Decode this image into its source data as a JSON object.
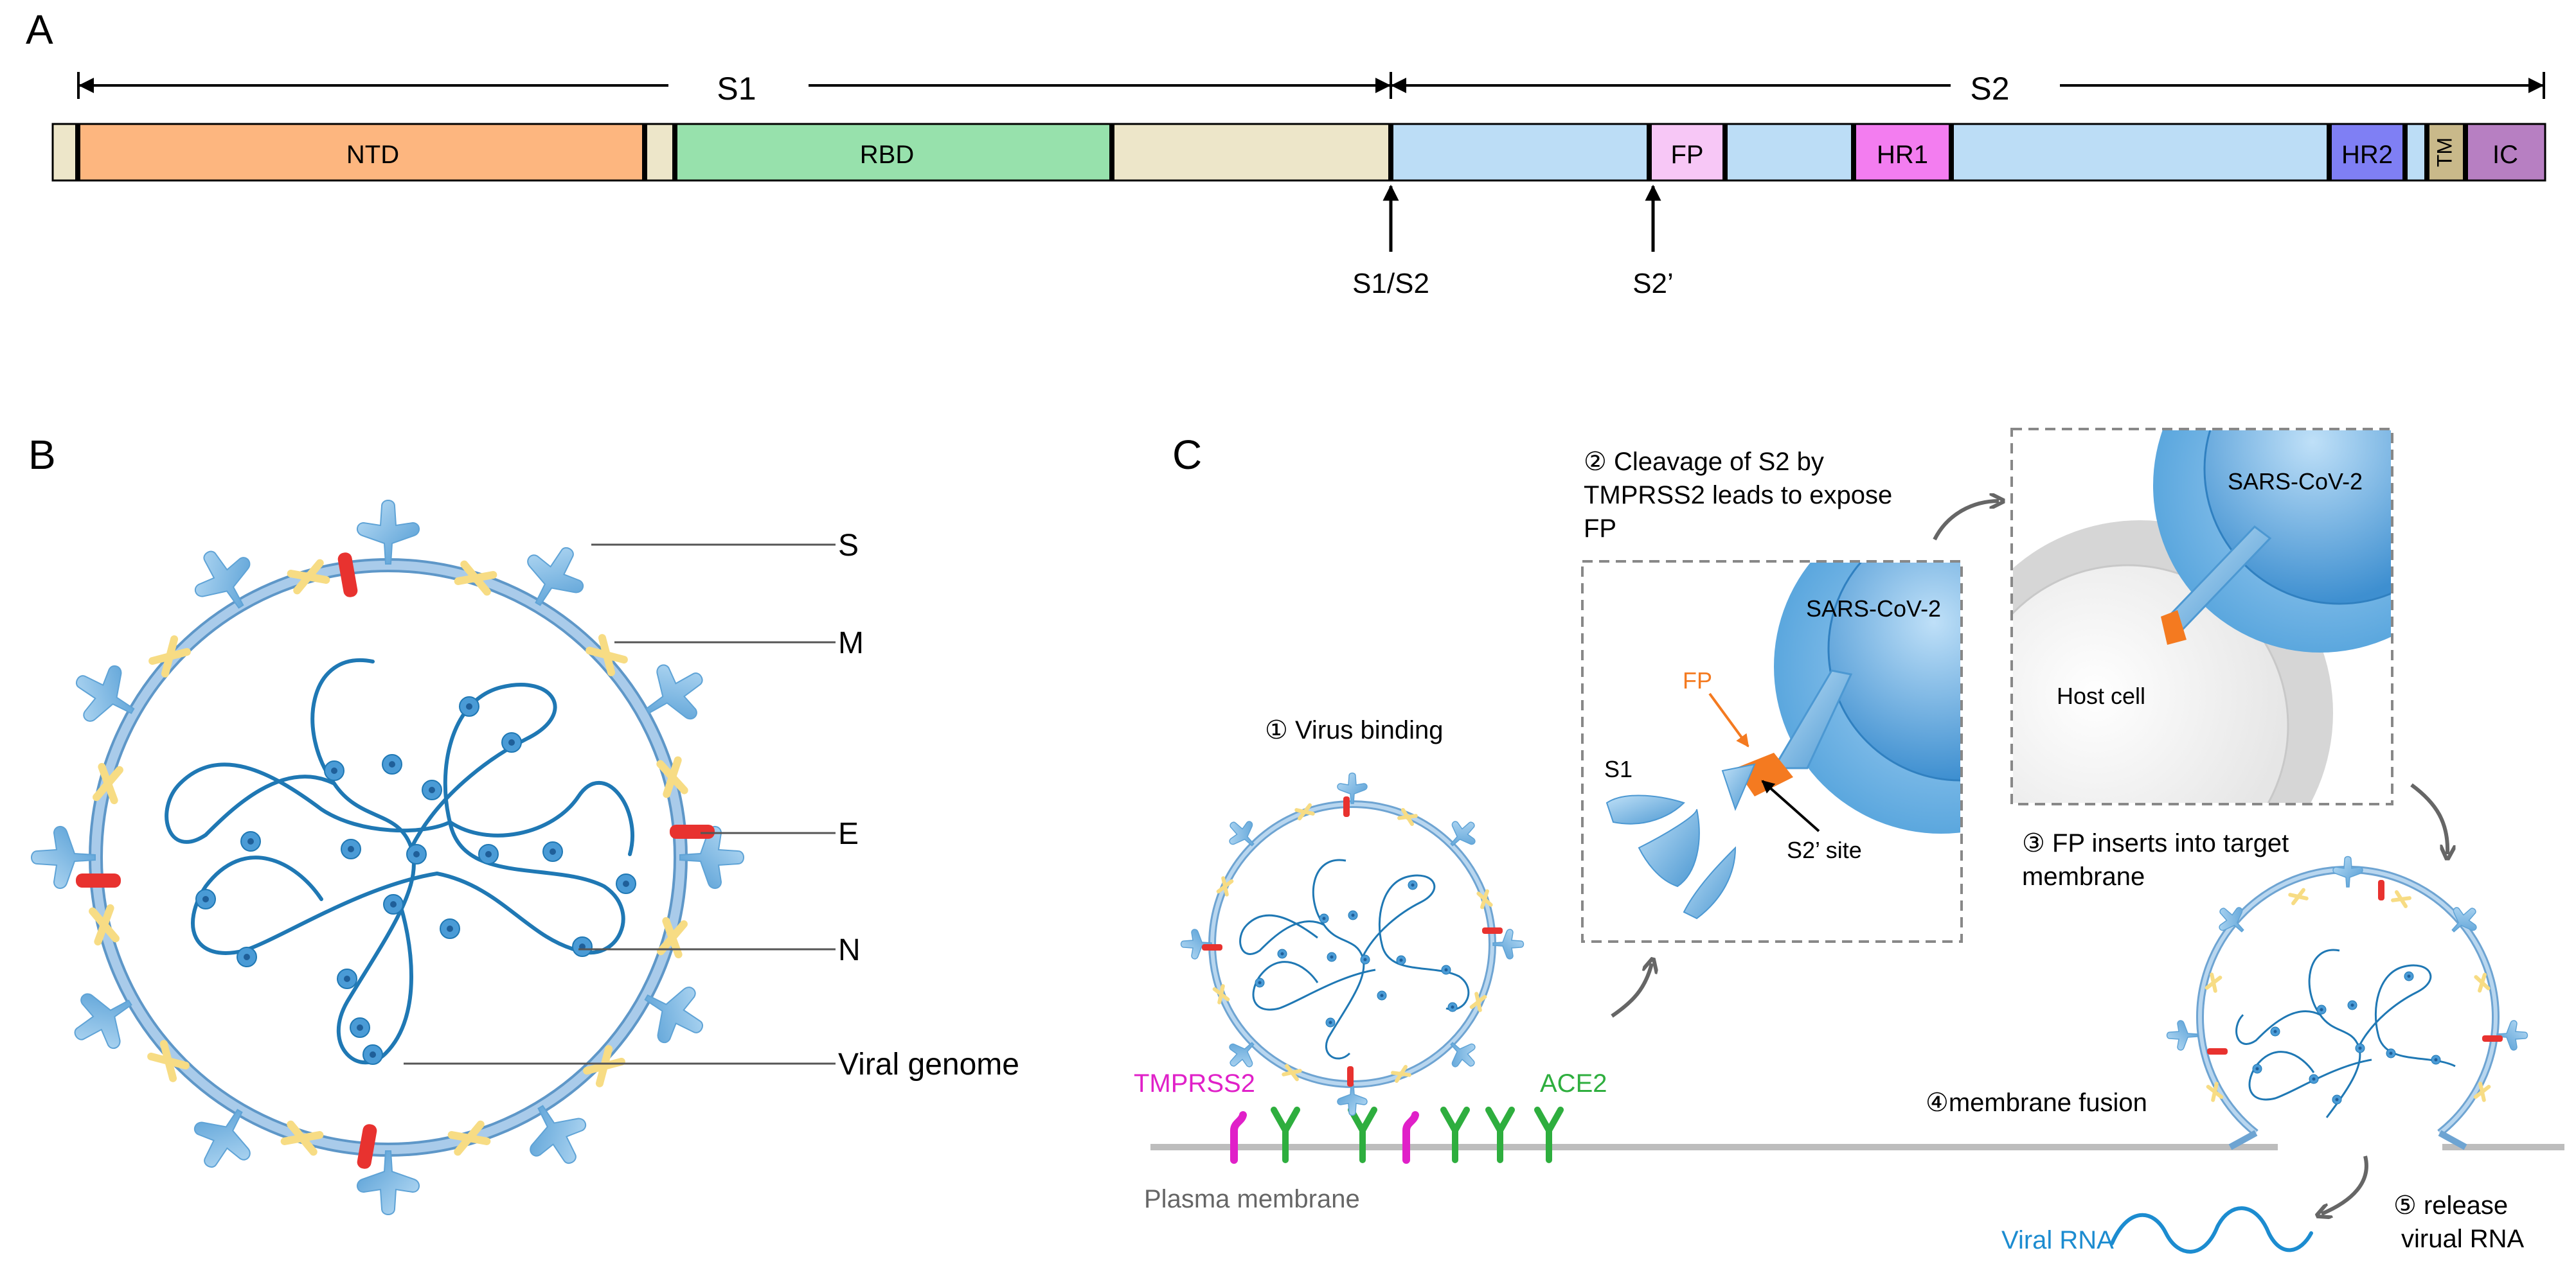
{
  "panels": {
    "a": "A",
    "b": "B",
    "c": "C"
  },
  "panel_a": {
    "s1_label": "S1",
    "s2_label": "S2",
    "domains": {
      "ntd": "NTD",
      "rbd": "RBD",
      "fp": "FP",
      "hr1": "HR1",
      "hr2": "HR2",
      "tm": "TM",
      "ic": "IC"
    },
    "cleavage_sites": {
      "s1s2": "S1/S2",
      "s2prime": "S2’"
    }
  },
  "panel_b": {
    "labels": {
      "s": "S",
      "m": "M",
      "e": "E",
      "n": "N",
      "genome": "Viral genome"
    }
  },
  "panel_c": {
    "step1": "① Virus binding",
    "step2_line1": "② Cleavage of S2 by",
    "step2_line2": "TMPRSS2 leads to expose",
    "step2_line3": "FP",
    "step3_line1": "③ FP inserts into target",
    "step3_line2": "membrane",
    "step4": "④membrane fusion",
    "step5_line1": "⑤  release",
    "step5_line2": "virual RNA",
    "inset1": {
      "virus": "SARS-CoV-2",
      "fp": "FP",
      "s1": "S1",
      "site": "S2’ site"
    },
    "inset2": {
      "virus": "SARS-CoV-2",
      "host": "Host cell"
    },
    "tmprss2": "TMPRSS2",
    "ace2": "ACE2",
    "plasma_membrane": "Plasma membrane",
    "viral_rna": "Viral RNA"
  },
  "colors": {
    "ntd": "#FDB67F",
    "rbd": "#97E1AC",
    "s1_linker": "#EDE6C9",
    "s2": "#BCDDF6",
    "fp": "#F7C7F6",
    "hr1": "#F37DF0",
    "hr2": "#7F7FF4",
    "tm": "#C9B98A",
    "ic": "#B77FC2",
    "envelope": "#8AB6DA",
    "spike": "#5BA3D6",
    "m_protein": "#F7DC84",
    "e_protein": "#E8322F",
    "genome": "#1F78B4",
    "n_protein": "#4A9BD6",
    "fusion_peptide": "#F47A20",
    "tmprss2": "#E020C8",
    "ace2": "#2EAE3E",
    "viral_rna": "#1C8CD0"
  }
}
